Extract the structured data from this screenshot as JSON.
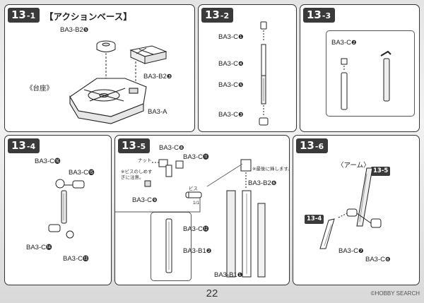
{
  "page_number": "22",
  "watermark": "©HOBBY SEARCH",
  "panels": [
    {
      "id": "13-1",
      "badge_main": "13",
      "badge_sub": "-1",
      "title": "【アクションベース】",
      "labels": {
        "part_top": "BA3-B2",
        "part_top_num": "❺",
        "part_right": "BA3-B2",
        "part_right_num": "❸",
        "base_caption": "《台座》",
        "part_base": "BA3-A"
      }
    },
    {
      "id": "13-2",
      "badge_main": "13",
      "badge_sub": "-2",
      "labels": {
        "a": "BA3-C",
        "a_num": "❶",
        "b": "BA3-C",
        "b_num": "❹",
        "c": "BA3-C",
        "c_num": "❺",
        "d": "BA3-C",
        "d_num": "❸"
      }
    },
    {
      "id": "13-3",
      "badge_main": "13",
      "badge_sub": "-3",
      "labels": {
        "a": "BA3-C",
        "a_num": "❷"
      }
    },
    {
      "id": "13-4",
      "badge_main": "13",
      "badge_sub": "-4",
      "labels": {
        "a": "BA3-C",
        "a_num": "⓰",
        "b": "BA3-C",
        "b_num": "⓯",
        "c": "BA3-C",
        "c_num": "⓮",
        "d": "BA3-C",
        "d_num": "⓭"
      }
    },
    {
      "id": "13-5",
      "badge_main": "13",
      "badge_sub": "-5",
      "labels": {
        "a": "BA3-C",
        "a_num": "❽",
        "b": "BA3-C",
        "b_num": "⓫",
        "c": "BA3-C",
        "c_num": "❾",
        "nut": "ナット",
        "note_screw": "※ビスのしめすぎに注意。",
        "screw": "ビス",
        "screw_scale": "1/1",
        "note_deep": "※最後に挿します。",
        "d": "BA3-B2",
        "d_num": "❻",
        "e": "BA3-C",
        "e_num": "⓬",
        "f": "BA3-B1",
        "f_num": "❷",
        "g": "BA3-B1",
        "g_num": "❶"
      }
    },
    {
      "id": "13-6",
      "badge_main": "13",
      "badge_sub": "-6",
      "labels": {
        "arm_caption": "〈アーム〉",
        "ref_a": "13-5",
        "ref_b": "13-4",
        "a": "BA3-C",
        "a_num": "❼",
        "b": "BA3-C",
        "b_num": "❻"
      }
    }
  ]
}
